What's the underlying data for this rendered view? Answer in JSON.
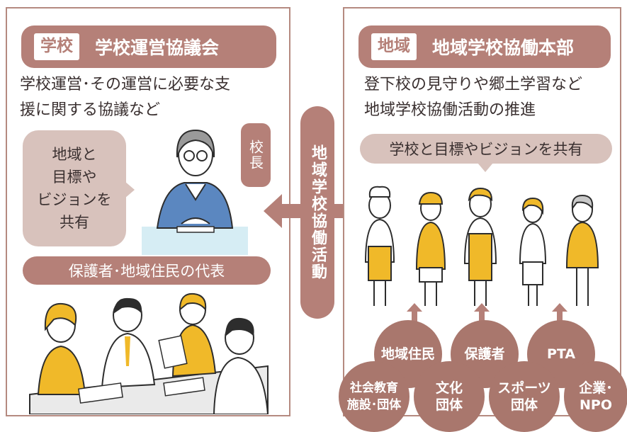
{
  "left": {
    "tag": "学校",
    "title": "学校運営協議会",
    "desc_line1": "学校運営･その運営に必要な支",
    "desc_line2": "援に関する協議など",
    "bubble": "地域と\n目標や\nビジョンを\n共有",
    "principal": "校長",
    "representatives": "保護者･地域住民の代表"
  },
  "center": {
    "label": "地域学校協働活動"
  },
  "right": {
    "tag": "地域",
    "title": "地域学校協働本部",
    "desc_line1": "登下校の見守りや郷土学習など",
    "desc_line2": "地域学校協働活動の推進",
    "share": "学校と目標やビジョンを共有",
    "top_circles": [
      "地域住民",
      "保護者",
      "PTA"
    ],
    "bottom_circles": [
      "社会教育\n施設･団体",
      "文化\n団体",
      "スポーツ\n団体",
      "企業･\nNPO"
    ]
  },
  "colors": {
    "accent": "#b58078",
    "light": "#d8c2bc",
    "circle": "#a9776d",
    "border": "#b58a80",
    "figure_yellow": "#f0b929",
    "figure_blue": "#4f7fb8"
  }
}
